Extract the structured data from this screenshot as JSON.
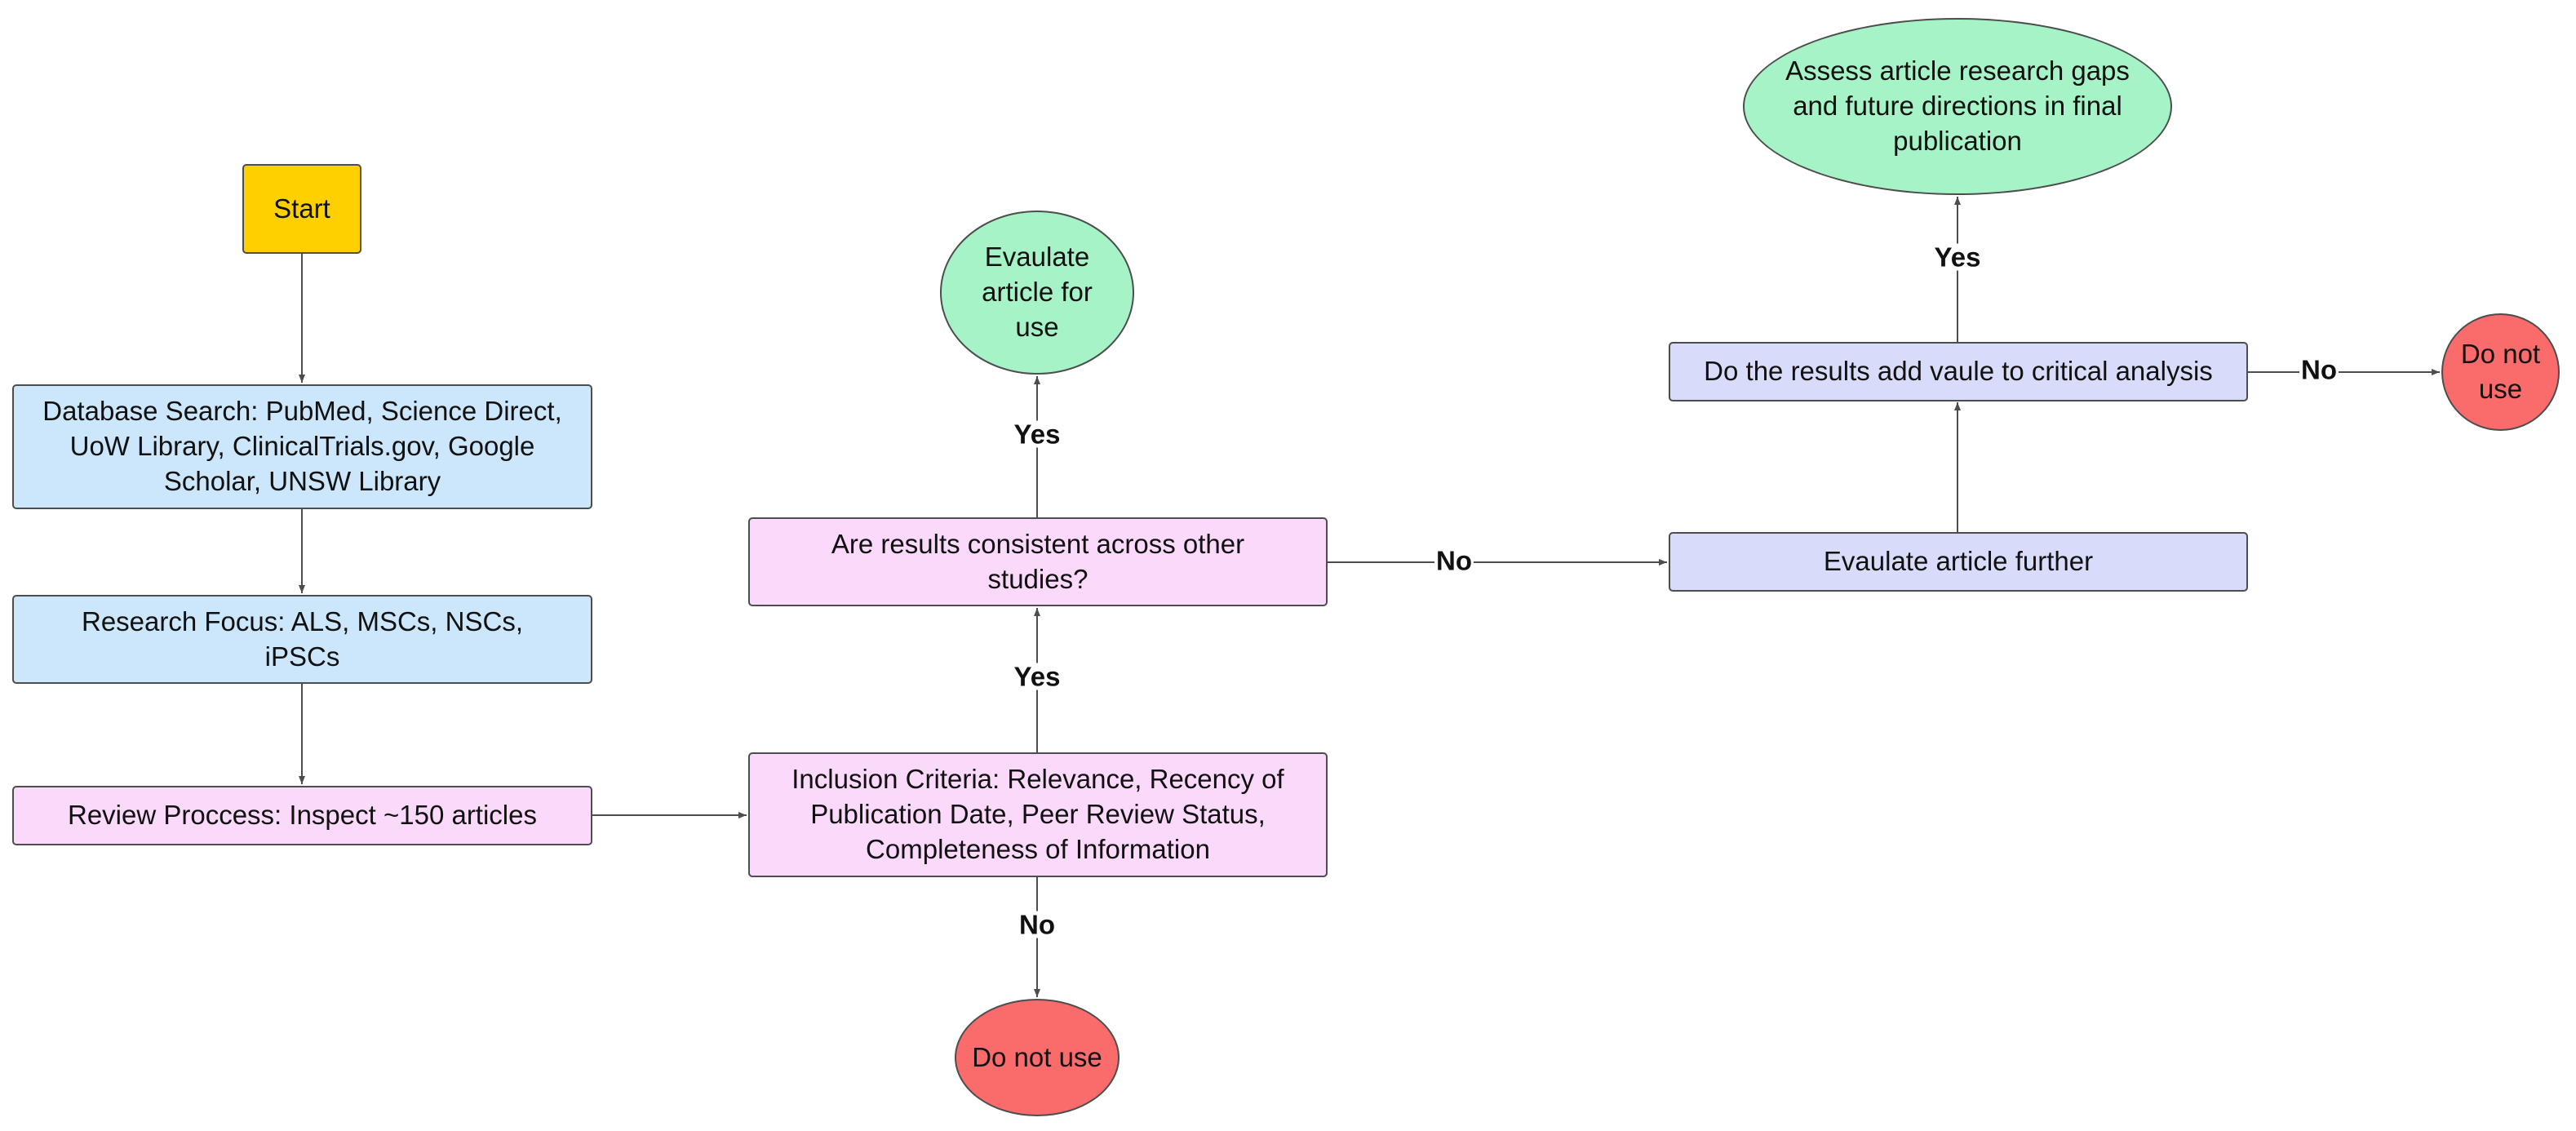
{
  "nodes": {
    "start": "Start",
    "database_search": "Database Search: PubMed, Science Direct, UoW Library, ClinicalTrials.gov, Google Scholar, UNSW Library",
    "research_focus": "Research Focus: ALS, MSCs, NSCs, iPSCs",
    "review_process": "Review Proccess: Inspect ~150 articles",
    "inclusion_criteria": "Inclusion Criteria: Relevance, Recency of Publication Date, Peer Review Status, Completeness of Information",
    "do_not_use_bottom": "Do not use",
    "results_consistent": "Are results consistent across other studies?",
    "evaluate_for_use": "Evaulate article for use",
    "evaluate_further": "Evaulate article further",
    "add_value": "Do the results add vaule to critical analysis",
    "do_not_use_right": "Do not use",
    "assess_gaps": "Assess article research gaps and future directions in final publication"
  },
  "edge_labels": {
    "inclusion_yes": "Yes",
    "inclusion_no": "No",
    "consistent_yes": "Yes",
    "consistent_no": "No",
    "value_yes": "Yes",
    "value_no": "No"
  },
  "colors": {
    "start": "#ffd000",
    "process_blue": "#cce6fb",
    "process_pink": "#fad9fb",
    "process_lavender": "#d8dcfa",
    "outcome_green": "#a5f3c6",
    "reject_red": "#fa6b6b",
    "connector": "#4d4d4d"
  }
}
